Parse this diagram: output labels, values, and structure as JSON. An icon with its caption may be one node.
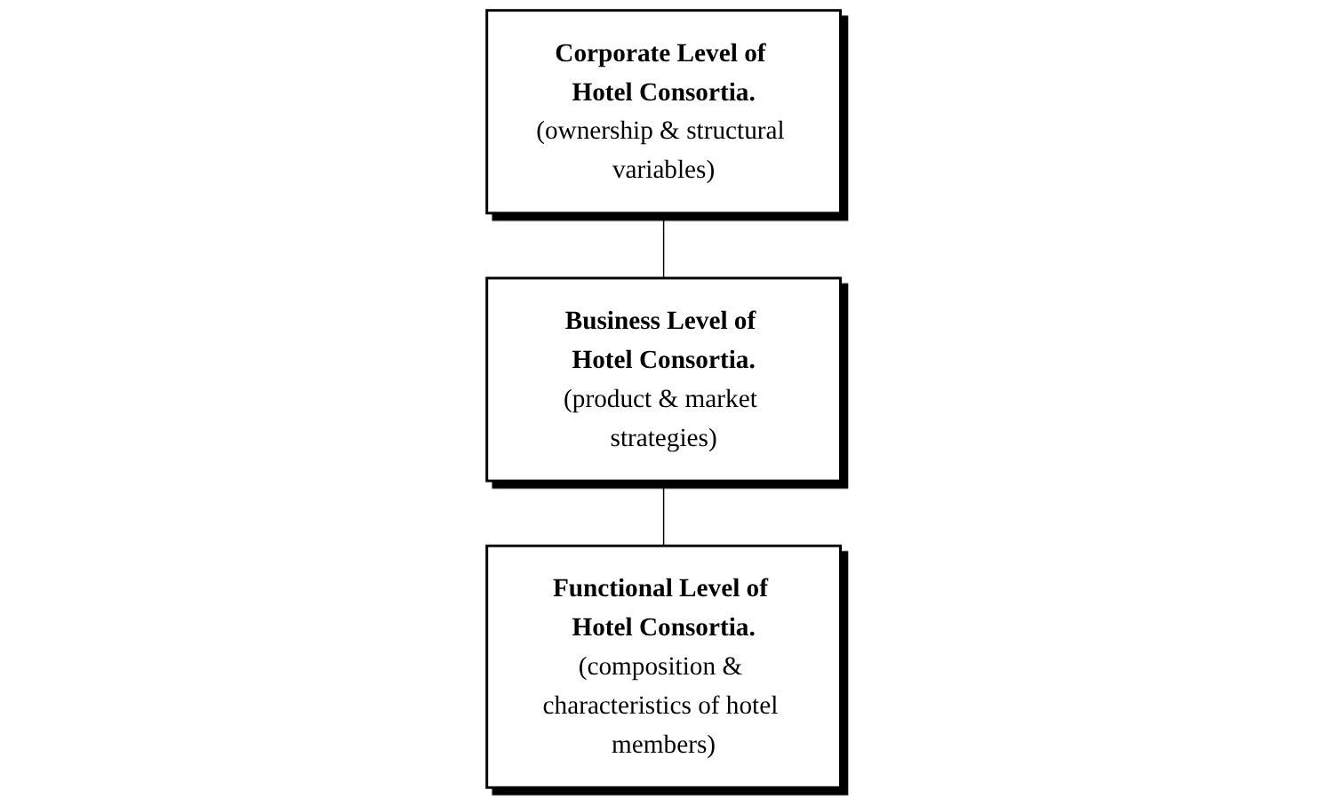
{
  "diagram": {
    "nodes": [
      {
        "text": [
          "Corporate Level of Hotel Consortia.",
          "(ownership & structural variables)"
        ]
      },
      {
        "text": [
          "Business Level of Hotel Consortia.",
          "(product & market strategies)"
        ]
      },
      {
        "text": [
          "Functional Level of Hotel Consortia.",
          "(composition & characteristics of hotel members)"
        ]
      }
    ],
    "edges": [
      {
        "from": 0,
        "to": 1,
        "arrow": "none"
      },
      {
        "from": 1,
        "to": 2,
        "arrow": "none"
      }
    ]
  }
}
